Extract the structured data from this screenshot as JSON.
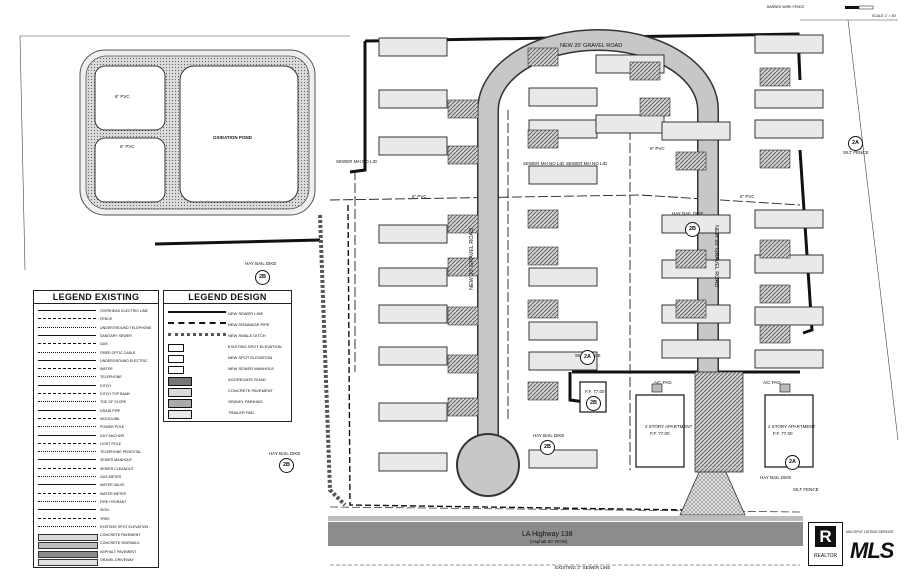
{
  "labels": {
    "gravel_road_top": "NEW 20' GRAVEL ROAD",
    "gravel_road_left": "NEW 20' GRAVEL ROAD",
    "gravel_road_right": "NEW 20' GRAVEL ROAD",
    "highway": "LA Highway 138",
    "highway_sub": "(Asphalt 80' ROW)",
    "oxidation_pond": "OXIDATION POND",
    "silt_fence_1": "SILT FENCE",
    "silt_fence_2": "SILT FENCE",
    "silt_fence_3": "SILT FENCE",
    "hay_bale_dike_1": "HAY BAIL DIKE",
    "hay_bale_dike_2": "HAY BAIL DIKE",
    "hay_bale_dike_3": "HAY BAIL DIKE",
    "hay_bale_dike_4": "HAY BAIL DIKE",
    "hay_bale_dike_5": "HAY BAIL DIKE",
    "ac_pad_1": "A/C PAD",
    "ac_pad_2": "A/C PAD",
    "building_left": "2 STORY APARTMENT",
    "building_left_ff": "F.F. 77.00",
    "building_right": "2 STORY APARTMENT",
    "building_right_ff": "F.F. 77.00",
    "building_small_ff": "F.F. 77.00",
    "existing_sewer": "EXISTING 2\" SEWER LINE",
    "pipe_6pvc_1": "6\" PVC",
    "pipe_6pvc_2": "6\" PVC",
    "pipe_6pvc_3": "6\" PVC",
    "pipe_6pvc_4": "6\" PVC",
    "pipe_6pvc_5": "6\" PVC",
    "sewer_mh_1": "SEWER MH NO LID",
    "sewer_mh_2": "SEWER MH NO LID",
    "sewer_mh_3": "SEWER MH NO LID",
    "scale": "SCALE 1\" = 50'",
    "barbed_wire": "BARBED WIRE FENCE"
  },
  "bubbles": [
    "2A",
    "2A",
    "2A",
    "2B",
    "2B",
    "2B",
    "2B",
    "2B"
  ],
  "legend_existing": {
    "title": "LEGEND EXISTING",
    "items": [
      "OVERHEAD ELECTRIC LINE",
      "FENCE",
      "UNDERGROUND TELEPHONE",
      "SANITARY SEWER",
      "GAS",
      "FIBER OPTIC CABLE",
      "UNDERGROUND ELECTRIC",
      "WATER",
      "TELEPHONE",
      "DITCH",
      "DITCH TOP BANK",
      "TOE OF SLOPE",
      "DRAIN PIPE",
      "WOODLINE",
      "POWER POLE",
      "GUY ANCHOR",
      "LIGHT POLE",
      "TELEPHONE PEDESTAL",
      "SEWER MANHOLE",
      "SEWER CLEANOUT",
      "GAS METER",
      "WATER VALVE",
      "WATER METER",
      "FIRE HYDRANT",
      "SIGN",
      "TREE",
      "EXISTING SPOT ELEVATION",
      "CONCRETE PAVEMENT",
      "CONCRETE SIDEWALK",
      "ASPHALT PAVEMENT",
      "GRAVEL DRIVEWAY"
    ]
  },
  "legend_design": {
    "title": "LEGEND DESIGN",
    "items": [
      "NEW SEWER LINE",
      "NEW DRAINAGE PIPE",
      "NEW SWALE DITCH",
      "EXISTING SPOT ELEVATION",
      "NEW SPOT ELEVATION",
      "NEW SEWER MANHOLE",
      "AGGREGATE ROAD",
      "CONCRETE PAVEMENT",
      "GRAVEL PARKING",
      "TRAILER PAD"
    ]
  },
  "logos": {
    "realtor": "REALTOR",
    "mls_tag": "MULTIPLE LISTING SERVICE",
    "mls": "MLS"
  },
  "colors": {
    "ink": "#111111",
    "pad_fill": "#e9e9e9",
    "hatch": "#555555",
    "road": "#c7c7c7",
    "highway": "#8c8c8c"
  }
}
